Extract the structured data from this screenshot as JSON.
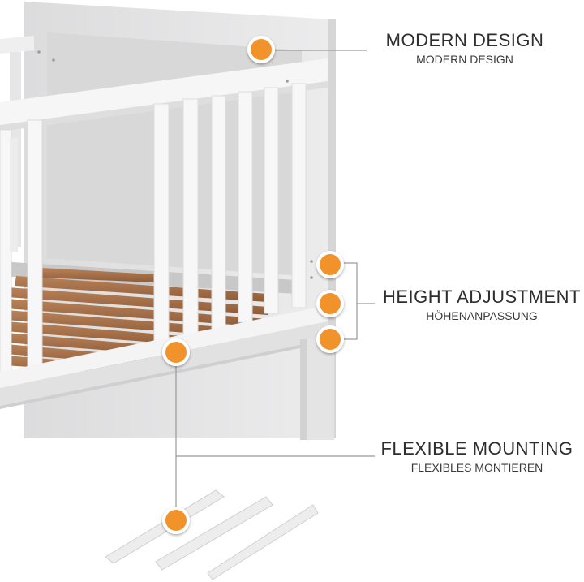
{
  "features": [
    {
      "title": "MODERN DESIGN",
      "subtitle": "MODERN DESIGN"
    },
    {
      "title": "HEIGHT ADJUSTMENT",
      "subtitle": "HÖHENANPASSUNG"
    },
    {
      "title": "FLEXIBLE MOUNTING",
      "subtitle": "FLEXIBLES MONTIEREN"
    }
  ],
  "colors": {
    "accent": "#f2922a",
    "frame": "#e9e9ea",
    "slat": "#a6714a",
    "text": "#2e2e2e",
    "line": "#9a9a9a"
  }
}
